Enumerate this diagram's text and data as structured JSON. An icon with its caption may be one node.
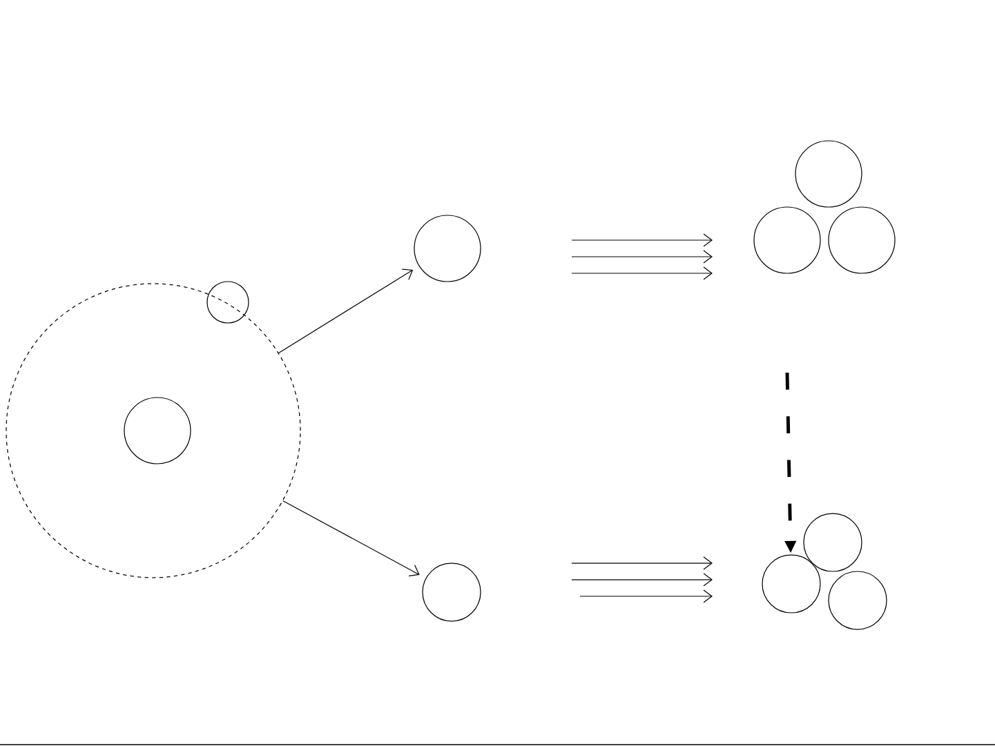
{
  "diagram": {
    "nodes": [
      {
        "text": [],
        "shape": "circle"
      },
      {
        "text": [],
        "shape": "circle",
        "in": 0
      },
      {
        "text": [],
        "shape": "circle"
      },
      {
        "text": [],
        "shape": "circle"
      },
      {
        "text": [],
        "shape": "circle"
      },
      {
        "text": [],
        "shape": "circle"
      },
      {
        "text": [],
        "shape": "circle"
      },
      {
        "text": [],
        "shape": "circle"
      },
      {
        "text": [],
        "shape": "circle"
      },
      {
        "text": [],
        "shape": "circle"
      },
      {
        "text": [],
        "shape": "circle"
      }
    ],
    "edges": [
      {
        "from": 0,
        "to": 3,
        "arrow": "to"
      },
      {
        "from": 0,
        "to": 4,
        "arrow": "to"
      },
      {
        "from": null,
        "to": 9,
        "arrow": "to",
        "style": "dashed"
      }
    ]
  }
}
